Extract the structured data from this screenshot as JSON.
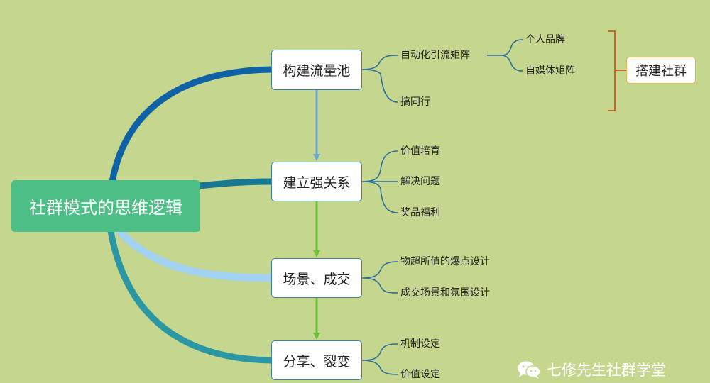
{
  "colors": {
    "background": "#c5d68f",
    "root_fill": "#4dbf86",
    "branch_dark_blue": "#0f62a6",
    "branch_teal": "#17788f",
    "branch_light_blue": "#a3d1f0",
    "branch_blue_green": "#2b97a3",
    "arrow_light_blue": "#6aa9d6",
    "arrow_green": "#6cc33a",
    "bracket_orange": "#c7672e"
  },
  "root": {
    "label": "社群模式的思维逻辑"
  },
  "nodes": [
    {
      "label": "构建流量池",
      "children": [
        "自动化引流矩阵",
        "搞同行"
      ]
    },
    {
      "label": "建立强关系",
      "children": [
        "价值培育",
        "解决问题",
        "奖品福利"
      ]
    },
    {
      "label": "场景、成交",
      "children": [
        "物超所值的爆点设计",
        "成交场景和氛围设计"
      ]
    },
    {
      "label": "分享、裂变",
      "children": [
        "机制设定",
        "价值设定"
      ]
    }
  ],
  "sub_branch": {
    "parent": "自动化引流矩阵",
    "children": [
      "个人品牌",
      "自媒体矩阵"
    ]
  },
  "summary": {
    "label": "搭建社群",
    "icon": "bracket-icon"
  },
  "watermark": {
    "text": "七修先生社群学堂",
    "icon": "wechat-icon"
  }
}
